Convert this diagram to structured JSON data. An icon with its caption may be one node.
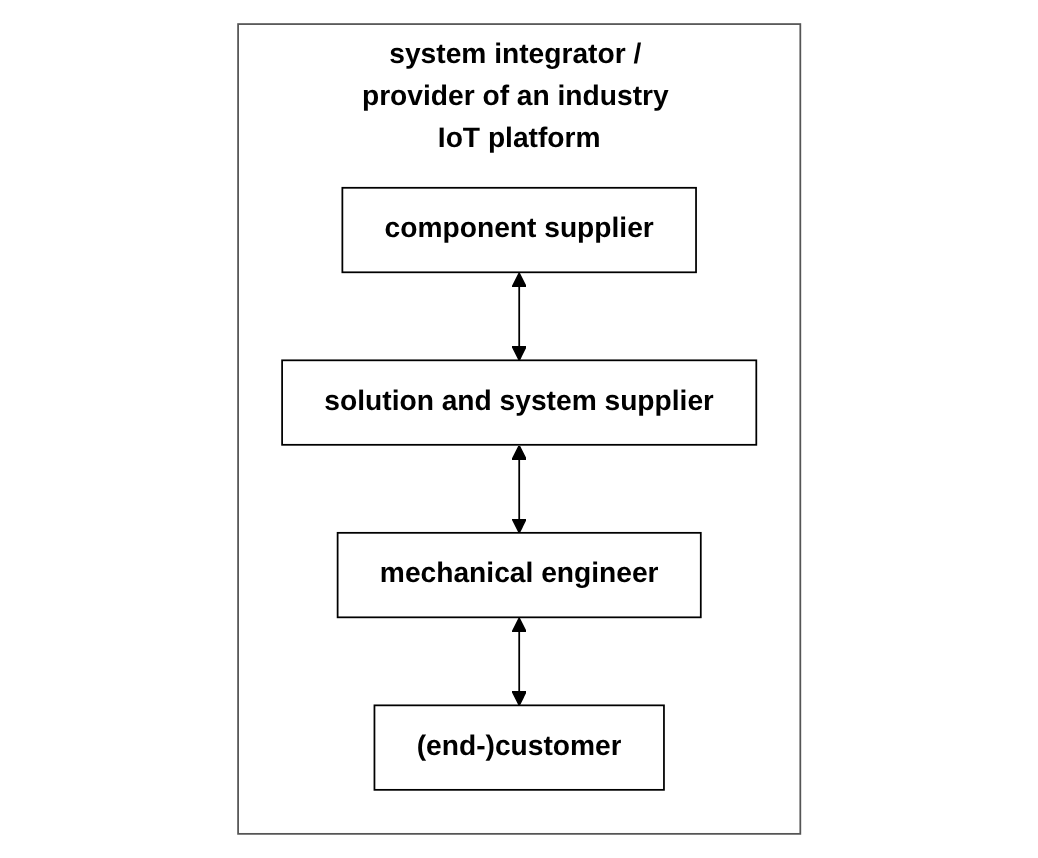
{
  "diagram": {
    "nodes": [
      {
        "text": [
          "system integrator / provider of an industry IoT platform"
        ]
      },
      {
        "text": [
          "component supplier"
        ],
        "in": 0
      },
      {
        "text": [
          "solution and system supplier"
        ],
        "in": 0
      },
      {
        "text": [
          "mechanical engineer"
        ],
        "in": 0
      },
      {
        "text": [
          "(end-)customer"
        ],
        "in": 0
      }
    ],
    "edges": [
      {
        "from": 1,
        "to": 2,
        "arrow": "both"
      },
      {
        "from": 2,
        "to": 3,
        "arrow": "both"
      },
      {
        "from": 3,
        "to": 4,
        "arrow": "both"
      }
    ]
  }
}
